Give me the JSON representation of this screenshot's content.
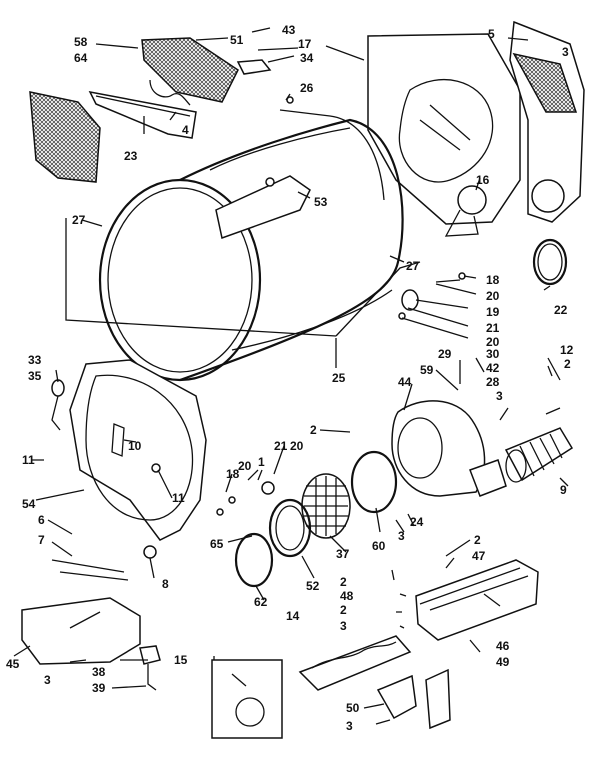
{
  "labels": {
    "l58": "58",
    "l64": "64",
    "l51": "51",
    "l43": "43",
    "l34": "34",
    "l17": "17",
    "l5": "5",
    "l3a": "3",
    "l4": "4",
    "l23": "23",
    "l26": "26",
    "l53": "53",
    "l16": "16",
    "l27a": "27",
    "l27b": "27",
    "l18a": "18",
    "l20a": "20",
    "l19": "19",
    "l21a": "21",
    "l20b": "20",
    "l22": "22",
    "l25": "25",
    "l33": "33",
    "l35": "35",
    "l10": "10",
    "l11a": "11",
    "l11b": "11",
    "l54": "54",
    "l6": "6",
    "l7": "7",
    "l8": "8",
    "l2a": "2",
    "l21b": "21",
    "l20c": "20",
    "l1": "1",
    "l18b": "18",
    "l65": "65",
    "l44": "44",
    "l59": "59",
    "l29": "29",
    "l30": "30",
    "l42": "42",
    "l28": "28",
    "l3b": "3",
    "l12": "12",
    "l2b": "2",
    "l9": "9",
    "l24": "24",
    "l3c": "3",
    "l60": "60",
    "l37": "37",
    "l52": "52",
    "l62": "62",
    "l2c": "2",
    "l47": "47",
    "l2d": "2",
    "l48": "48",
    "l2e": "2",
    "l3d": "3",
    "l14": "14",
    "l46": "46",
    "l49": "49",
    "l15": "15",
    "l45": "45",
    "l3e": "3",
    "l38": "38",
    "l39": "39",
    "l50": "50",
    "l3f": "3"
  }
}
